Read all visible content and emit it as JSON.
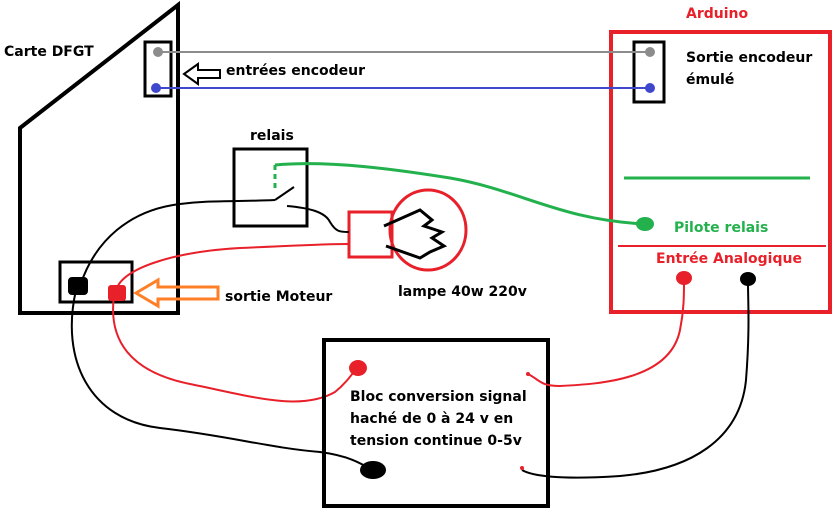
{
  "labels": {
    "carte": "Carte DFGT",
    "entrees_encodeur": "entrées encodeur",
    "arduino": "Arduino",
    "sortie_encodeur_1": "Sortie encodeur",
    "sortie_encodeur_2": "émulé",
    "relais": "relais",
    "lampe": "lampe 40w 220v",
    "pilote_relais": "Pilote relais",
    "entree_analogique": "Entrée Analogique",
    "sortie_moteur": "sortie Moteur",
    "bloc_1": "Bloc conversion signal",
    "bloc_2": "haché de 0 à 24 v en",
    "bloc_3": "tension continue 0-5v"
  },
  "colors": {
    "black": "#000000",
    "red": "#e8202a",
    "green": "#22b14c",
    "gray": "#8c8c8c",
    "blue": "#3f48cc",
    "orange": "#ff7f27"
  }
}
